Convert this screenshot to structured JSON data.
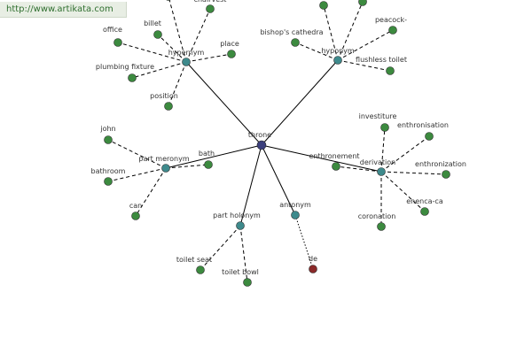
{
  "site_url": "http://www.artikata.com",
  "colors": {
    "root": "#3b3f7d",
    "relation": "#3e8a8c",
    "leaf": "#3c8a3f",
    "antonym_leaf": "#8b2a2a",
    "edge": "#000000"
  },
  "graph": {
    "root": {
      "id": "throne",
      "label": "throne"
    },
    "relations": [
      {
        "id": "hypernym",
        "label": "hypernym"
      },
      {
        "id": "hyponym",
        "label": "hyponym"
      },
      {
        "id": "part-meronym",
        "label": "part meronym"
      },
      {
        "id": "derivation",
        "label": "derivation"
      },
      {
        "id": "part-holonym",
        "label": "part holonym"
      },
      {
        "id": "antonym",
        "label": "antonym"
      }
    ],
    "leaves": [
      {
        "id": "chairtop",
        "label": "",
        "relation": "hypernym"
      },
      {
        "id": "chairvest",
        "label": "chairvest",
        "relation": "hypernym"
      },
      {
        "id": "billet",
        "label": "billet",
        "relation": "hypernym"
      },
      {
        "id": "office",
        "label": "office",
        "relation": "hypernym"
      },
      {
        "id": "place",
        "label": "place",
        "relation": "hypernym"
      },
      {
        "id": "plumbing-fixture",
        "label": "plumbing fixture",
        "relation": "hypernym"
      },
      {
        "id": "position",
        "label": "position",
        "relation": "hypernym"
      },
      {
        "id": "hypo-top1",
        "label": "",
        "relation": "hyponym"
      },
      {
        "id": "hypo-top2",
        "label": "",
        "relation": "hyponym"
      },
      {
        "id": "bishops-cathedra",
        "label": "bishop's cathedra",
        "relation": "hyponym"
      },
      {
        "id": "peacock",
        "label": "peacock-",
        "relation": "hyponym"
      },
      {
        "id": "flushless-toilet",
        "label": "flushless toilet",
        "relation": "hyponym"
      },
      {
        "id": "john",
        "label": "john",
        "relation": "part-meronym"
      },
      {
        "id": "bath",
        "label": "bath",
        "relation": "part-meronym"
      },
      {
        "id": "bathroom",
        "label": "bathroom",
        "relation": "part-meronym"
      },
      {
        "id": "can",
        "label": "can",
        "relation": "part-meronym"
      },
      {
        "id": "investiture",
        "label": "investiture",
        "relation": "derivation"
      },
      {
        "id": "enthronisation",
        "label": "enthronisation",
        "relation": "derivation"
      },
      {
        "id": "enthronement",
        "label": "enthronement",
        "relation": "derivation"
      },
      {
        "id": "enthronization",
        "label": "enthronization",
        "relation": "derivation"
      },
      {
        "id": "enenca-ca",
        "label": "enenca-ca",
        "relation": "derivation"
      },
      {
        "id": "coronation",
        "label": "coronation",
        "relation": "derivation"
      },
      {
        "id": "toilet-seat",
        "label": "toilet seat",
        "relation": "part-holonym"
      },
      {
        "id": "toilet-bowl",
        "label": "toilet bowl",
        "relation": "part-holonym"
      },
      {
        "id": "de",
        "label": "de",
        "relation": "antonym"
      }
    ]
  }
}
